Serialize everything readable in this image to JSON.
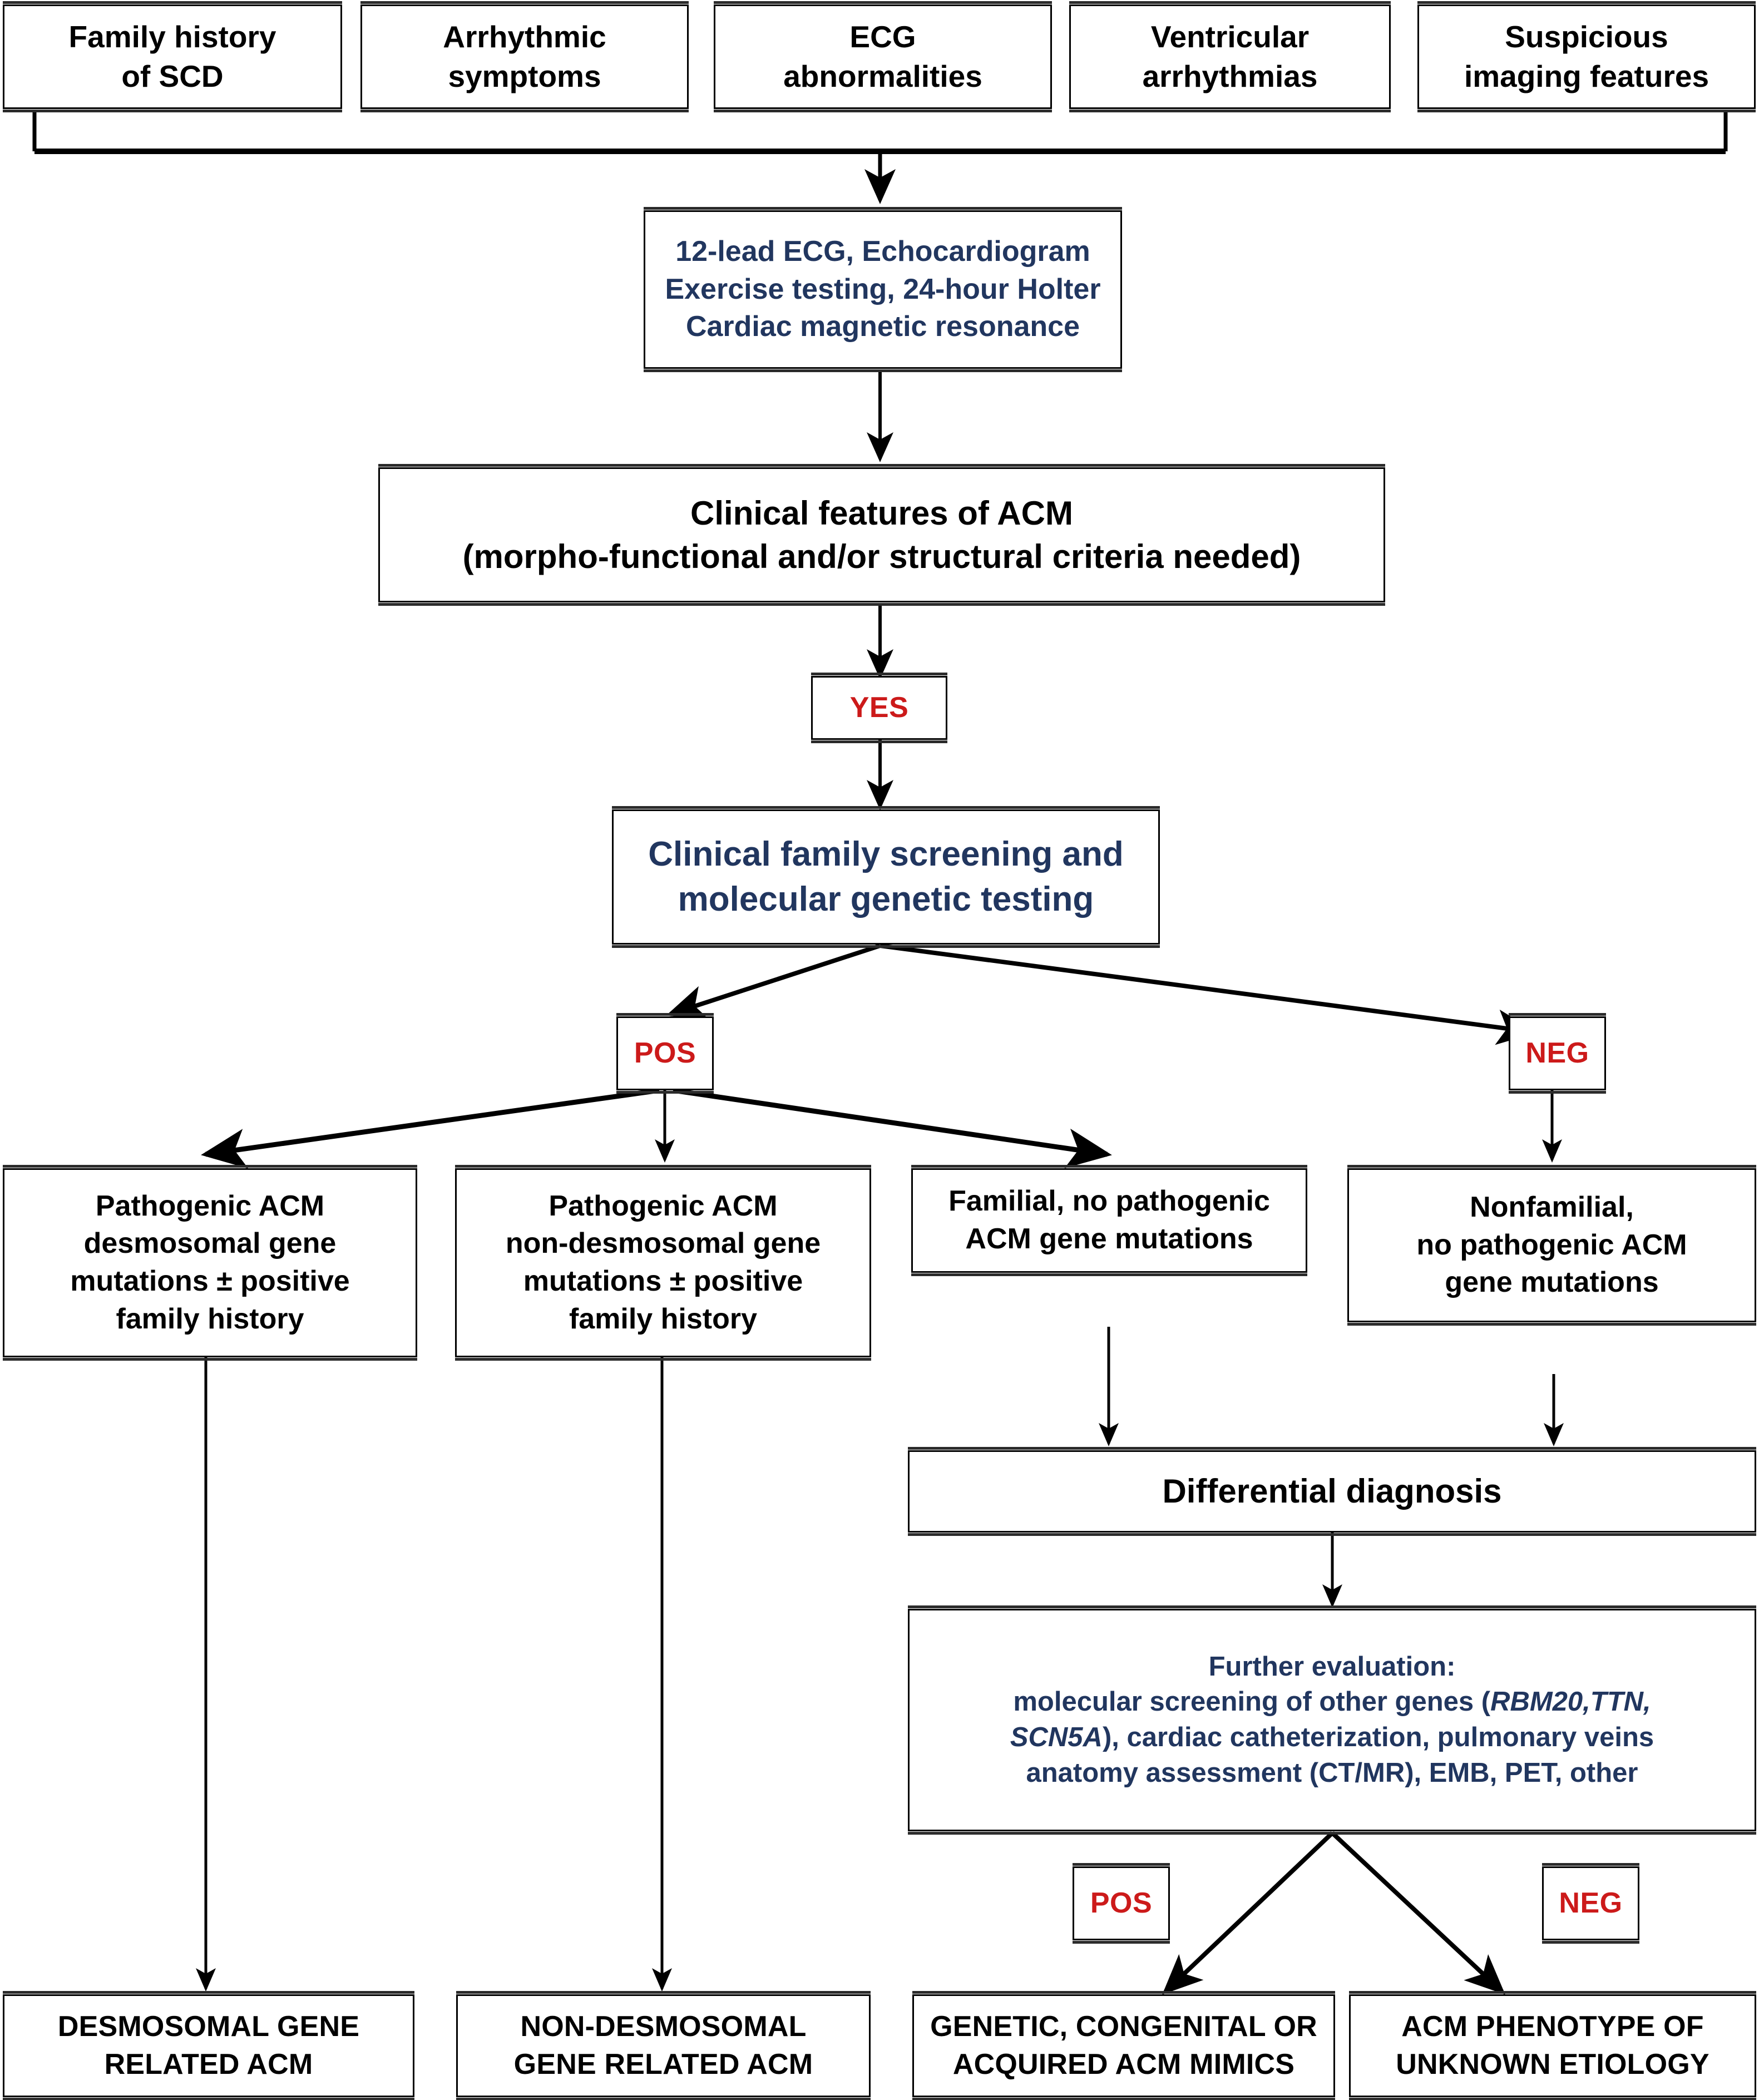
{
  "diagram": {
    "title": "Diagnostic flowchart for arrhythmogenic cardiomyopathy (ACM)",
    "colors": {
      "blue_text": "#21365f",
      "red_text": "#cc1a1a",
      "box_border": "#000000",
      "background": "#ffffff"
    }
  },
  "triggers": [
    {
      "id": "family-history",
      "line1": "Family history",
      "line2": "of SCD"
    },
    {
      "id": "arrhythmic-symptoms",
      "line1": "Arrhythmic",
      "line2": "symptoms"
    },
    {
      "id": "ecg-abnormalities",
      "line1": "ECG",
      "line2": "abnormalities"
    },
    {
      "id": "ventricular-arrhythmias",
      "line1": "Ventricular",
      "line2": "arrhythmias"
    },
    {
      "id": "suspicious-imaging",
      "line1": "Suspicious",
      "line2": "imaging features"
    }
  ],
  "workup": {
    "line1": "12-lead ECG, Echocardiogram",
    "line2": "Exercise testing, 24-hour Holter",
    "line3": "Cardiac magnetic resonance"
  },
  "clinical_features": {
    "line1": "Clinical features of ACM",
    "line2": "(morpho-functional and/or structural criteria needed)"
  },
  "badges": {
    "yes": "YES",
    "pos_genetic": "POS",
    "neg_genetic": "NEG",
    "pos_further": "POS",
    "neg_further": "NEG"
  },
  "screening": {
    "line1": "Clinical family screening and",
    "line2": "molecular genetic testing"
  },
  "categories": [
    {
      "id": "desmosomal-mutations",
      "line1": "Pathogenic ACM",
      "line2": "desmosomal gene",
      "line3": "mutations ± positive",
      "line4": "family history"
    },
    {
      "id": "non-desmosomal-mutations",
      "line1": "Pathogenic ACM",
      "line2": "non-desmosomal gene",
      "line3": "mutations ± positive",
      "line4": "family history"
    },
    {
      "id": "familial-no-mutations",
      "line1": "Familial, no pathogenic",
      "line2": "ACM gene mutations",
      "line3": "",
      "line4": ""
    },
    {
      "id": "nonfamilial-no-mutations",
      "line1": "Nonfamilial,",
      "line2": "no pathogenic ACM",
      "line3": "gene mutations",
      "line4": ""
    }
  ],
  "differential": {
    "label": "Differential diagnosis"
  },
  "further_evaluation": {
    "heading": "Further evaluation:",
    "body_1": "molecular screening of other genes (",
    "genes_1": "RBM20,TTN,",
    "genes_2": "SCN5A",
    "body_2": "), cardiac catheterization, pulmonary veins",
    "body_3": "anatomy assessment  (CT/MR), EMB, PET, other"
  },
  "outcomes": [
    {
      "id": "desmosomal-gene-related-acm",
      "line1": "DESMOSOMAL GENE",
      "line2": "RELATED ACM"
    },
    {
      "id": "non-desmosomal-gene-related-acm",
      "line1": "NON-DESMOSOMAL",
      "line2": "GENE RELATED ACM"
    },
    {
      "id": "acm-mimics",
      "line1": "GENETIC, CONGENITAL OR",
      "line2": "ACQUIRED ACM MIMICS"
    },
    {
      "id": "unknown-etiology",
      "line1": "ACM PHENOTYPE  OF",
      "line2": "UNKNOWN ETIOLOGY"
    }
  ]
}
